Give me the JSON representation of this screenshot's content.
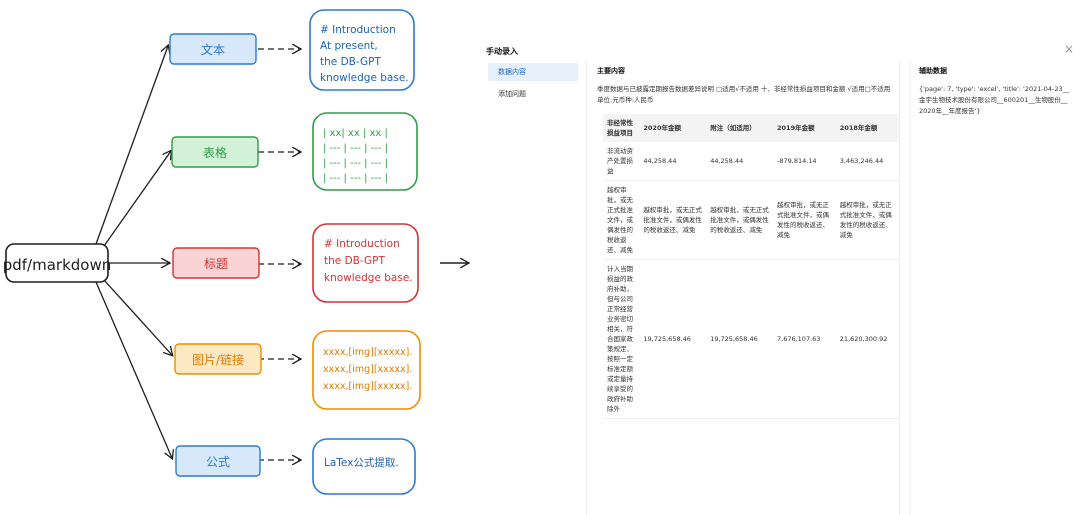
{
  "diagram": {
    "source_label": "pdf/markdown",
    "types": [
      {
        "label": "文本",
        "color": "#2a7ad6",
        "fill": "#d7e8fb",
        "content": [
          "# Introduction",
          "At present,",
          "the DB-GPT",
          "knowledge base."
        ]
      },
      {
        "label": "表格",
        "color": "#2f9e44",
        "fill": "#d3f0d9",
        "content": [
          "| xx| xx | xx |",
          "| --- | --- | --- |",
          "| --- | --- | --- |",
          "| --- | --- | --- |"
        ]
      },
      {
        "label": "标题",
        "color": "#d63233",
        "fill": "#fad4d4",
        "content": [
          "# Introduction",
          "the DB-GPT",
          "knowledge base."
        ]
      },
      {
        "label": "图片/链接",
        "color": "#f08c00",
        "fill": "#fde8c4",
        "content": [
          "xxxx,[img][xxxxx].",
          "xxxx,[img][xxxxx].",
          "xxxx,[img][xxxxx]."
        ]
      },
      {
        "label": "公式",
        "color": "#2a7ad6",
        "fill": "#d7e8fb",
        "content": [
          "LaTex公式提取."
        ]
      }
    ]
  },
  "ui": {
    "title": "手动录入",
    "close_icon": "×",
    "sidebar": [
      {
        "label": "数据内容",
        "active": true
      },
      {
        "label": "添加问题",
        "active": false
      }
    ],
    "main": {
      "heading": "主要内容",
      "description": "季度数据与已披露定期报告数据差异说明 □适用√不适用 十、非经常性损益项目和金额 √适用□不适用 单位:元币种:人民币",
      "table": {
        "headers": [
          "非经常性损益项目",
          "2020年金额",
          "附注（如适用）",
          "2019年金额",
          "2018年金额"
        ],
        "rows": [
          [
            "非流动资产处置损益",
            "44,258.44",
            "44,258.44",
            "-879,814.14",
            "3,463,246.44"
          ],
          [
            "越权审批，或无正式批准文件，或偶发性的税收返还、减免",
            "越权审批，或无正式批准文件，或偶发性的税收返还、减免",
            "越权审批，或无正式批准文件，或偶发性的税收返还、减免",
            "越权审批，或无正式批准文件，或偶发性的税收返还、减免",
            "越权审批，或无正式批准文件，或偶发性的税收返还、减免"
          ],
          [
            "计入当期损益的政府补助，但与公司正常经营业务密切相关，符合国家政策规定、按照一定标准定额或定量持续享受的政府补助除外",
            "19,725,658.46",
            "19,725,658.46",
            "7,676,107.63",
            "21,620,300.92"
          ]
        ]
      }
    },
    "aux": {
      "heading": "辅助数据",
      "content": "{'page': 7, 'type': 'excel', 'title': '2021-04-23__金宇生物技术股份有限公司__600201__生物股份__2020年__年度报告'}"
    }
  }
}
